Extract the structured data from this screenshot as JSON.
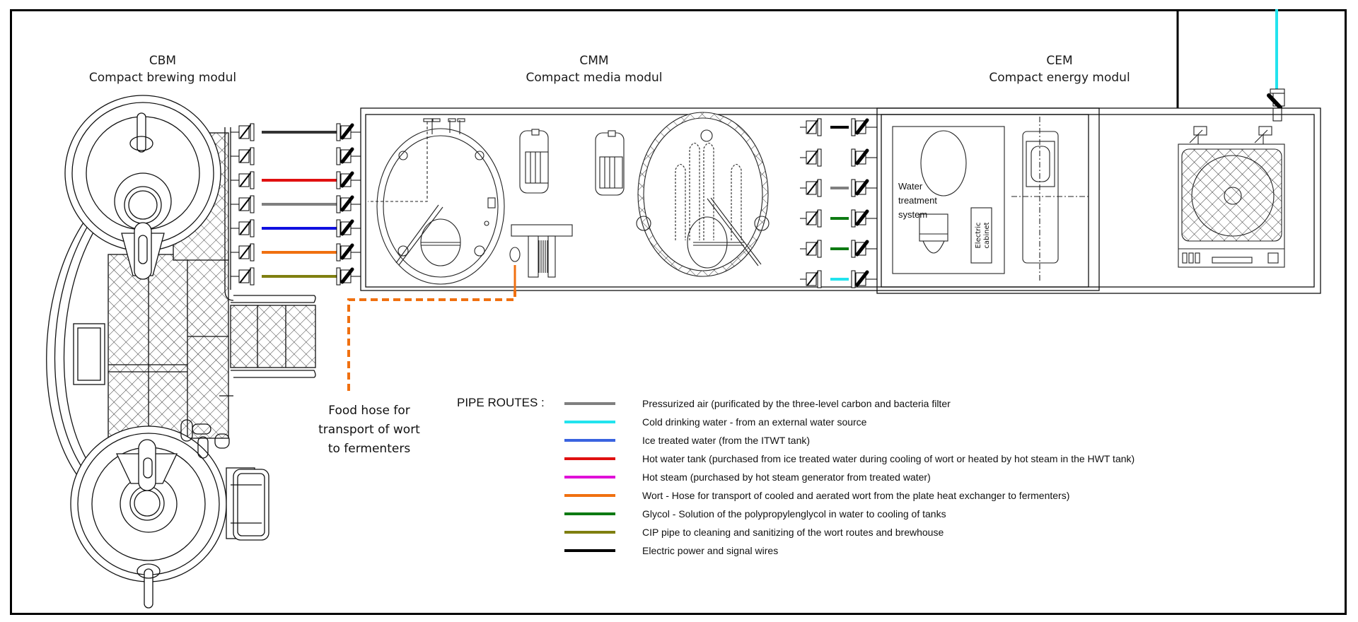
{
  "modules": {
    "cbm": {
      "code": "CBM",
      "name": "Compact brewing modul"
    },
    "cmm": {
      "code": "CMM",
      "name": "Compact media modul"
    },
    "cem": {
      "code": "CEM",
      "name": "Compact energy modul"
    }
  },
  "annotations": {
    "food_hose": [
      "Food hose for",
      "transport of wort",
      "to fermenters"
    ],
    "water_treatment": [
      "Water",
      "treatment",
      "system"
    ],
    "electric_cabinet": [
      "Electric",
      "cabinet"
    ]
  },
  "legend": {
    "title": "PIPE ROUTES :",
    "items": [
      {
        "color": "#7f7f7f",
        "label": "Pressurized air (purificated by the three-level carbon and bacteria filter"
      },
      {
        "color": "#22e3ee",
        "label": "Cold drinking water - from an external water source"
      },
      {
        "color": "#3a63e0",
        "label": "Ice treated water (from the ITWT tank)"
      },
      {
        "color": "#e01010",
        "label": "Hot water tank (purchased from ice treated water during cooling of wort or heated by hot steam in the HWT tank)"
      },
      {
        "color": "#e010d8",
        "label": "Hot steam (purchased by hot steam generator from treated water)"
      },
      {
        "color": "#f07010",
        "label": "Wort - Hose for transport of cooled and aerated wort from the plate heat exchanger to fermenters)"
      },
      {
        "color": "#0d7a12",
        "label": "Glycol - Solution of the polypropylenglycol in water to cooling of tanks"
      },
      {
        "color": "#7f7f10",
        "label": "CIP pipe to cleaning and sanitizing of the wort routes and brewhouse"
      },
      {
        "color": "#000000",
        "label": "Electric power and signal wires"
      }
    ]
  },
  "pipes": {
    "cbm_to_cmm": [
      "#333333",
      null,
      "#e01010",
      "#7f7f7f",
      "#1010e0",
      "#f07010",
      "#7f7f10"
    ],
    "cmm_to_cem": [
      "#000000",
      null,
      "#7f7f7f",
      "#0d7a12",
      "#0d7a12",
      "#22e3ee"
    ]
  }
}
